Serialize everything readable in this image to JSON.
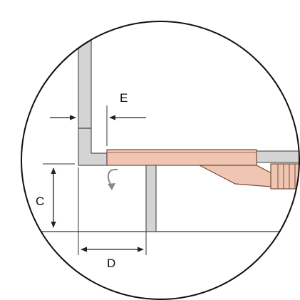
{
  "labels": {
    "c": "C",
    "d": "D",
    "e": "E"
  },
  "colors": {
    "outline": "#111111",
    "panel_fill": "#d4d4d4",
    "panel_stroke": "#555555",
    "wood_fill": "#efc6b2",
    "wood_stroke": "#7a4a36",
    "dimension_line": "#222222",
    "arrow_gray": "#888888",
    "background": "#ffffff"
  },
  "icons": {
    "pivot_arrow": "curved-arrow-icon"
  }
}
